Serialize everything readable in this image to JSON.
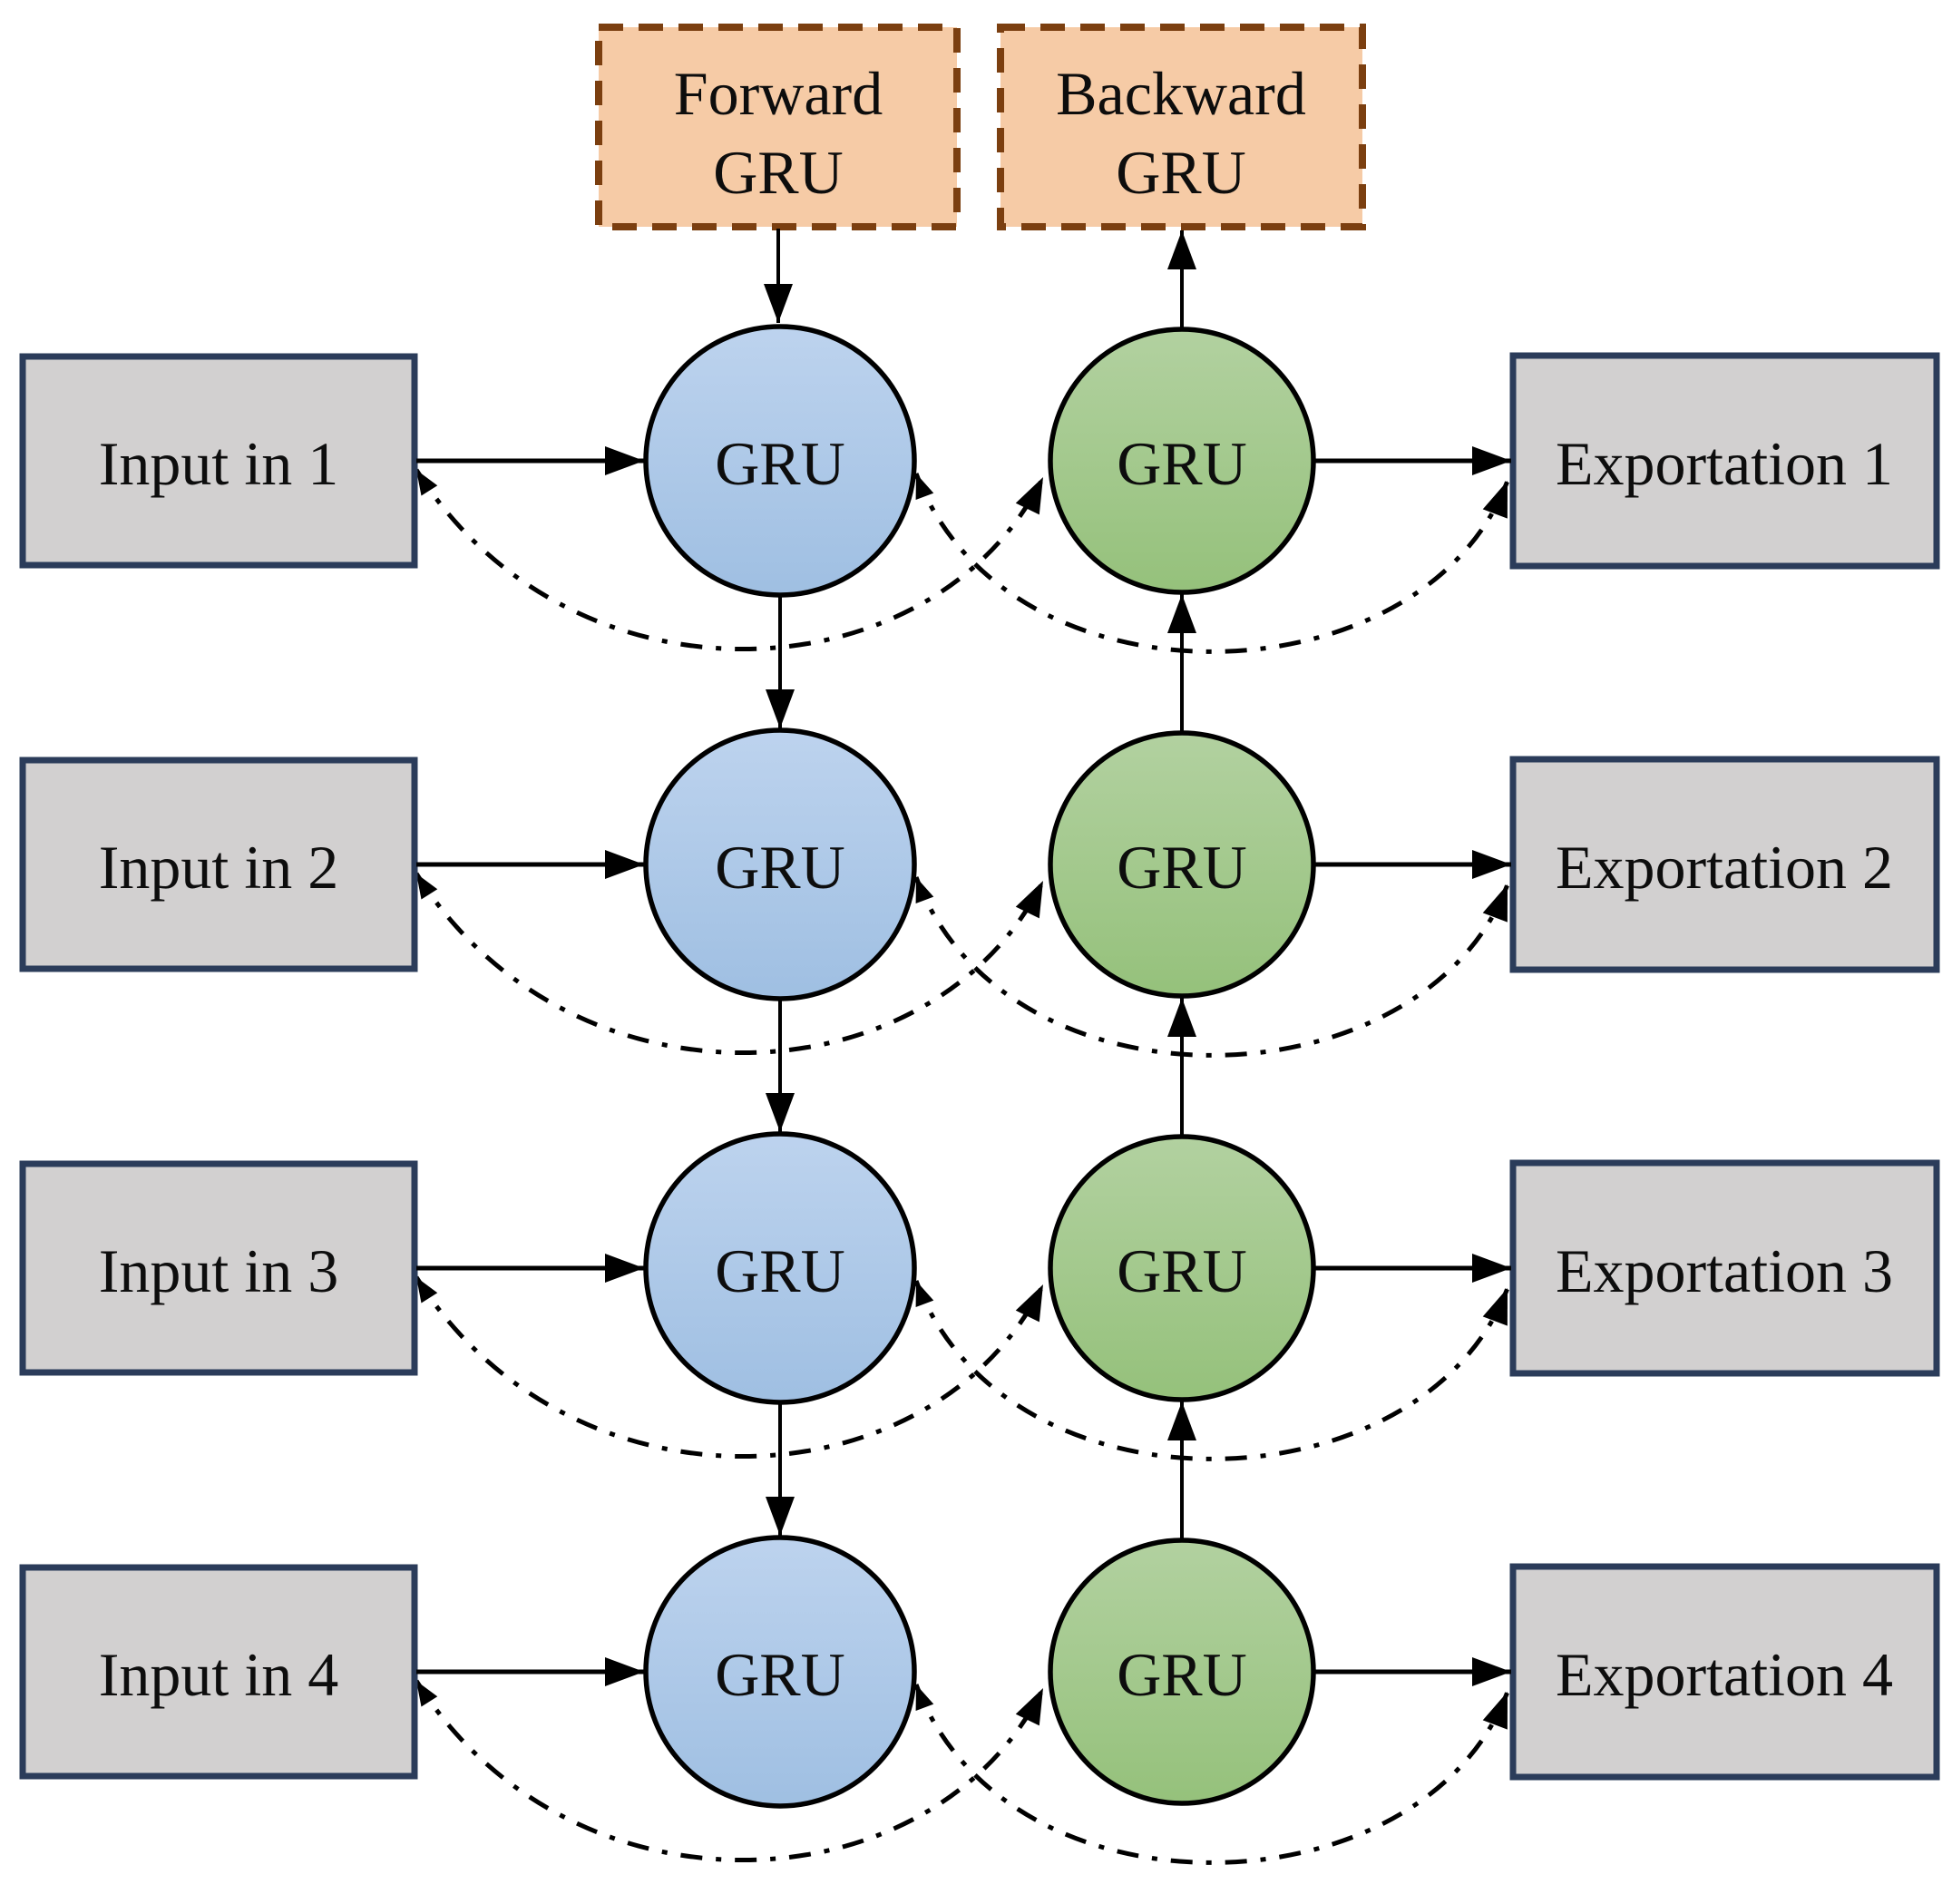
{
  "forward_box": {
    "line1": "Forward",
    "line2": "GRU"
  },
  "backward_box": {
    "line1": "Backward",
    "line2": "GRU"
  },
  "rows": [
    {
      "input": "Input in 1",
      "forward_cell": "GRU",
      "backward_cell": "GRU",
      "output": "Exportation 1"
    },
    {
      "input": "Input in 2",
      "forward_cell": "GRU",
      "backward_cell": "GRU",
      "output": "Exportation 2"
    },
    {
      "input": "Input in 3",
      "forward_cell": "GRU",
      "backward_cell": "GRU",
      "output": "Exportation 3"
    },
    {
      "input": "Input in 4",
      "forward_cell": "GRU",
      "backward_cell": "GRU",
      "output": "Exportation 4"
    }
  ],
  "colors": {
    "background": "#ffffff",
    "box_gray_fill": "#d2d0d0",
    "box_gray_border": "#2b3c5a",
    "top_box_fill": "#f6cba6",
    "top_box_border": "#7b3f10",
    "cell_blue_top": "#bdd3ee",
    "cell_blue_bottom": "#9fbfe2",
    "cell_green_top": "#b2d1a0",
    "cell_green_bottom": "#95c17b",
    "line_color": "#000000"
  }
}
